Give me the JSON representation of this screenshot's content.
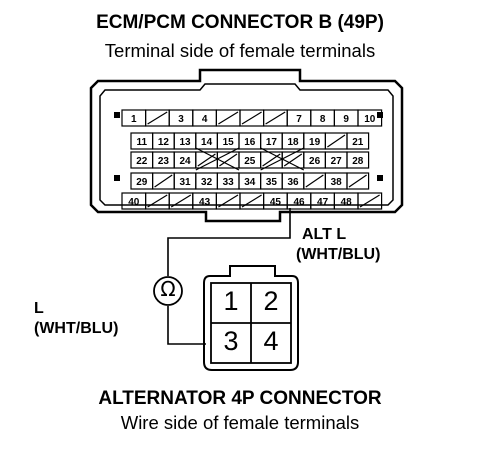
{
  "ecm_connector": {
    "title": "ECM/PCM CONNECTOR B (49P)",
    "subtitle": "Terminal side of female terminals",
    "row1": [
      "1",
      "",
      "3",
      "4",
      "",
      "",
      "",
      "7",
      "8",
      "9",
      "10"
    ],
    "row2": [
      "11",
      "12",
      "13",
      "14",
      "15",
      "16",
      "17",
      "18",
      "19",
      "",
      "21"
    ],
    "row3": [
      "22",
      "23",
      "24",
      "",
      "",
      "25",
      "",
      "",
      "26",
      "27",
      "28"
    ],
    "row4": [
      "29",
      "",
      "31",
      "32",
      "33",
      "34",
      "35",
      "36",
      "",
      "38",
      ""
    ],
    "row5": [
      "40",
      "",
      "",
      "43",
      "",
      "",
      "45",
      "46",
      "47",
      "48",
      ""
    ]
  },
  "labels": {
    "alt_l": "ALT L",
    "alt_l_wire": "(WHT/BLU)",
    "l": "L",
    "l_wire": "(WHT/BLU)",
    "meter_symbol": "Ω"
  },
  "alternator_connector": {
    "title": "ALTERNATOR 4P CONNECTOR",
    "subtitle": "Wire side of female terminals",
    "pins": [
      "1",
      "2",
      "3",
      "4"
    ]
  }
}
